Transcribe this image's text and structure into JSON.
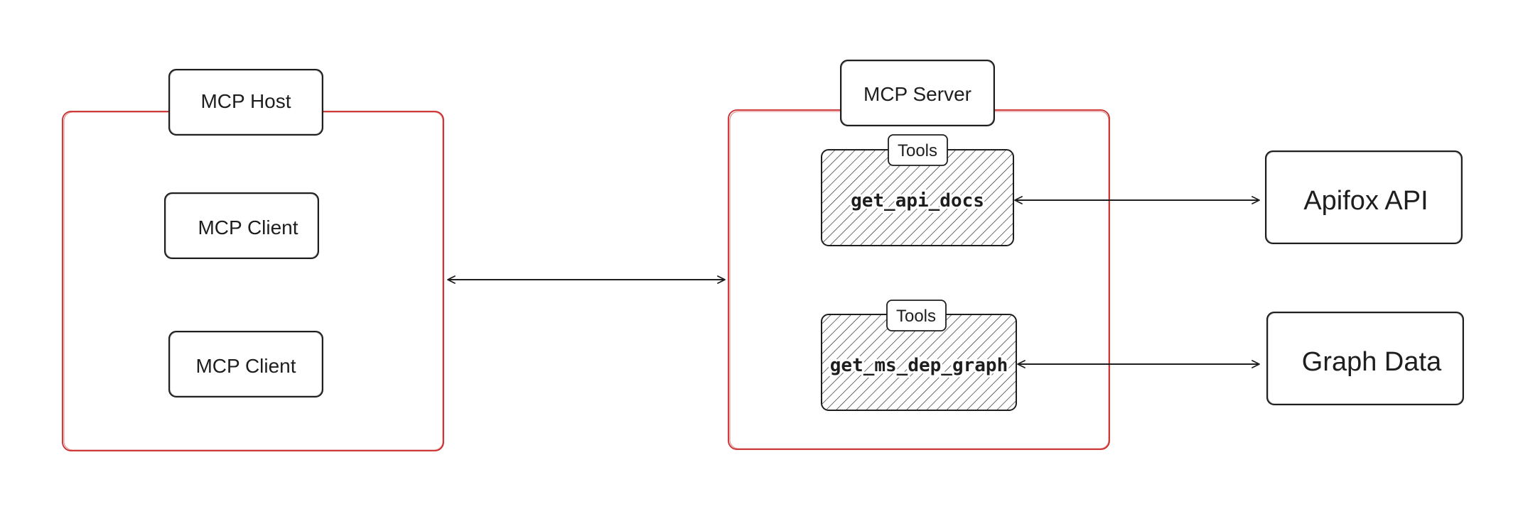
{
  "colors": {
    "container_stroke": "#c92a2a",
    "box_stroke": "#1e1e1e",
    "arrow": "#1e1e1e",
    "hatch": "#1e1e1e",
    "background": "#ffffff"
  },
  "host": {
    "title": "MCP Host",
    "clients": [
      "MCP Client",
      "MCP Client"
    ]
  },
  "server": {
    "title": "MCP Server",
    "tools": [
      {
        "badge": "Tools",
        "name": "get_api_docs"
      },
      {
        "badge": "Tools",
        "name": "get_ms_dep_graph"
      }
    ]
  },
  "externals": [
    {
      "label": "Apifox API"
    },
    {
      "label": "Graph Data"
    }
  ]
}
